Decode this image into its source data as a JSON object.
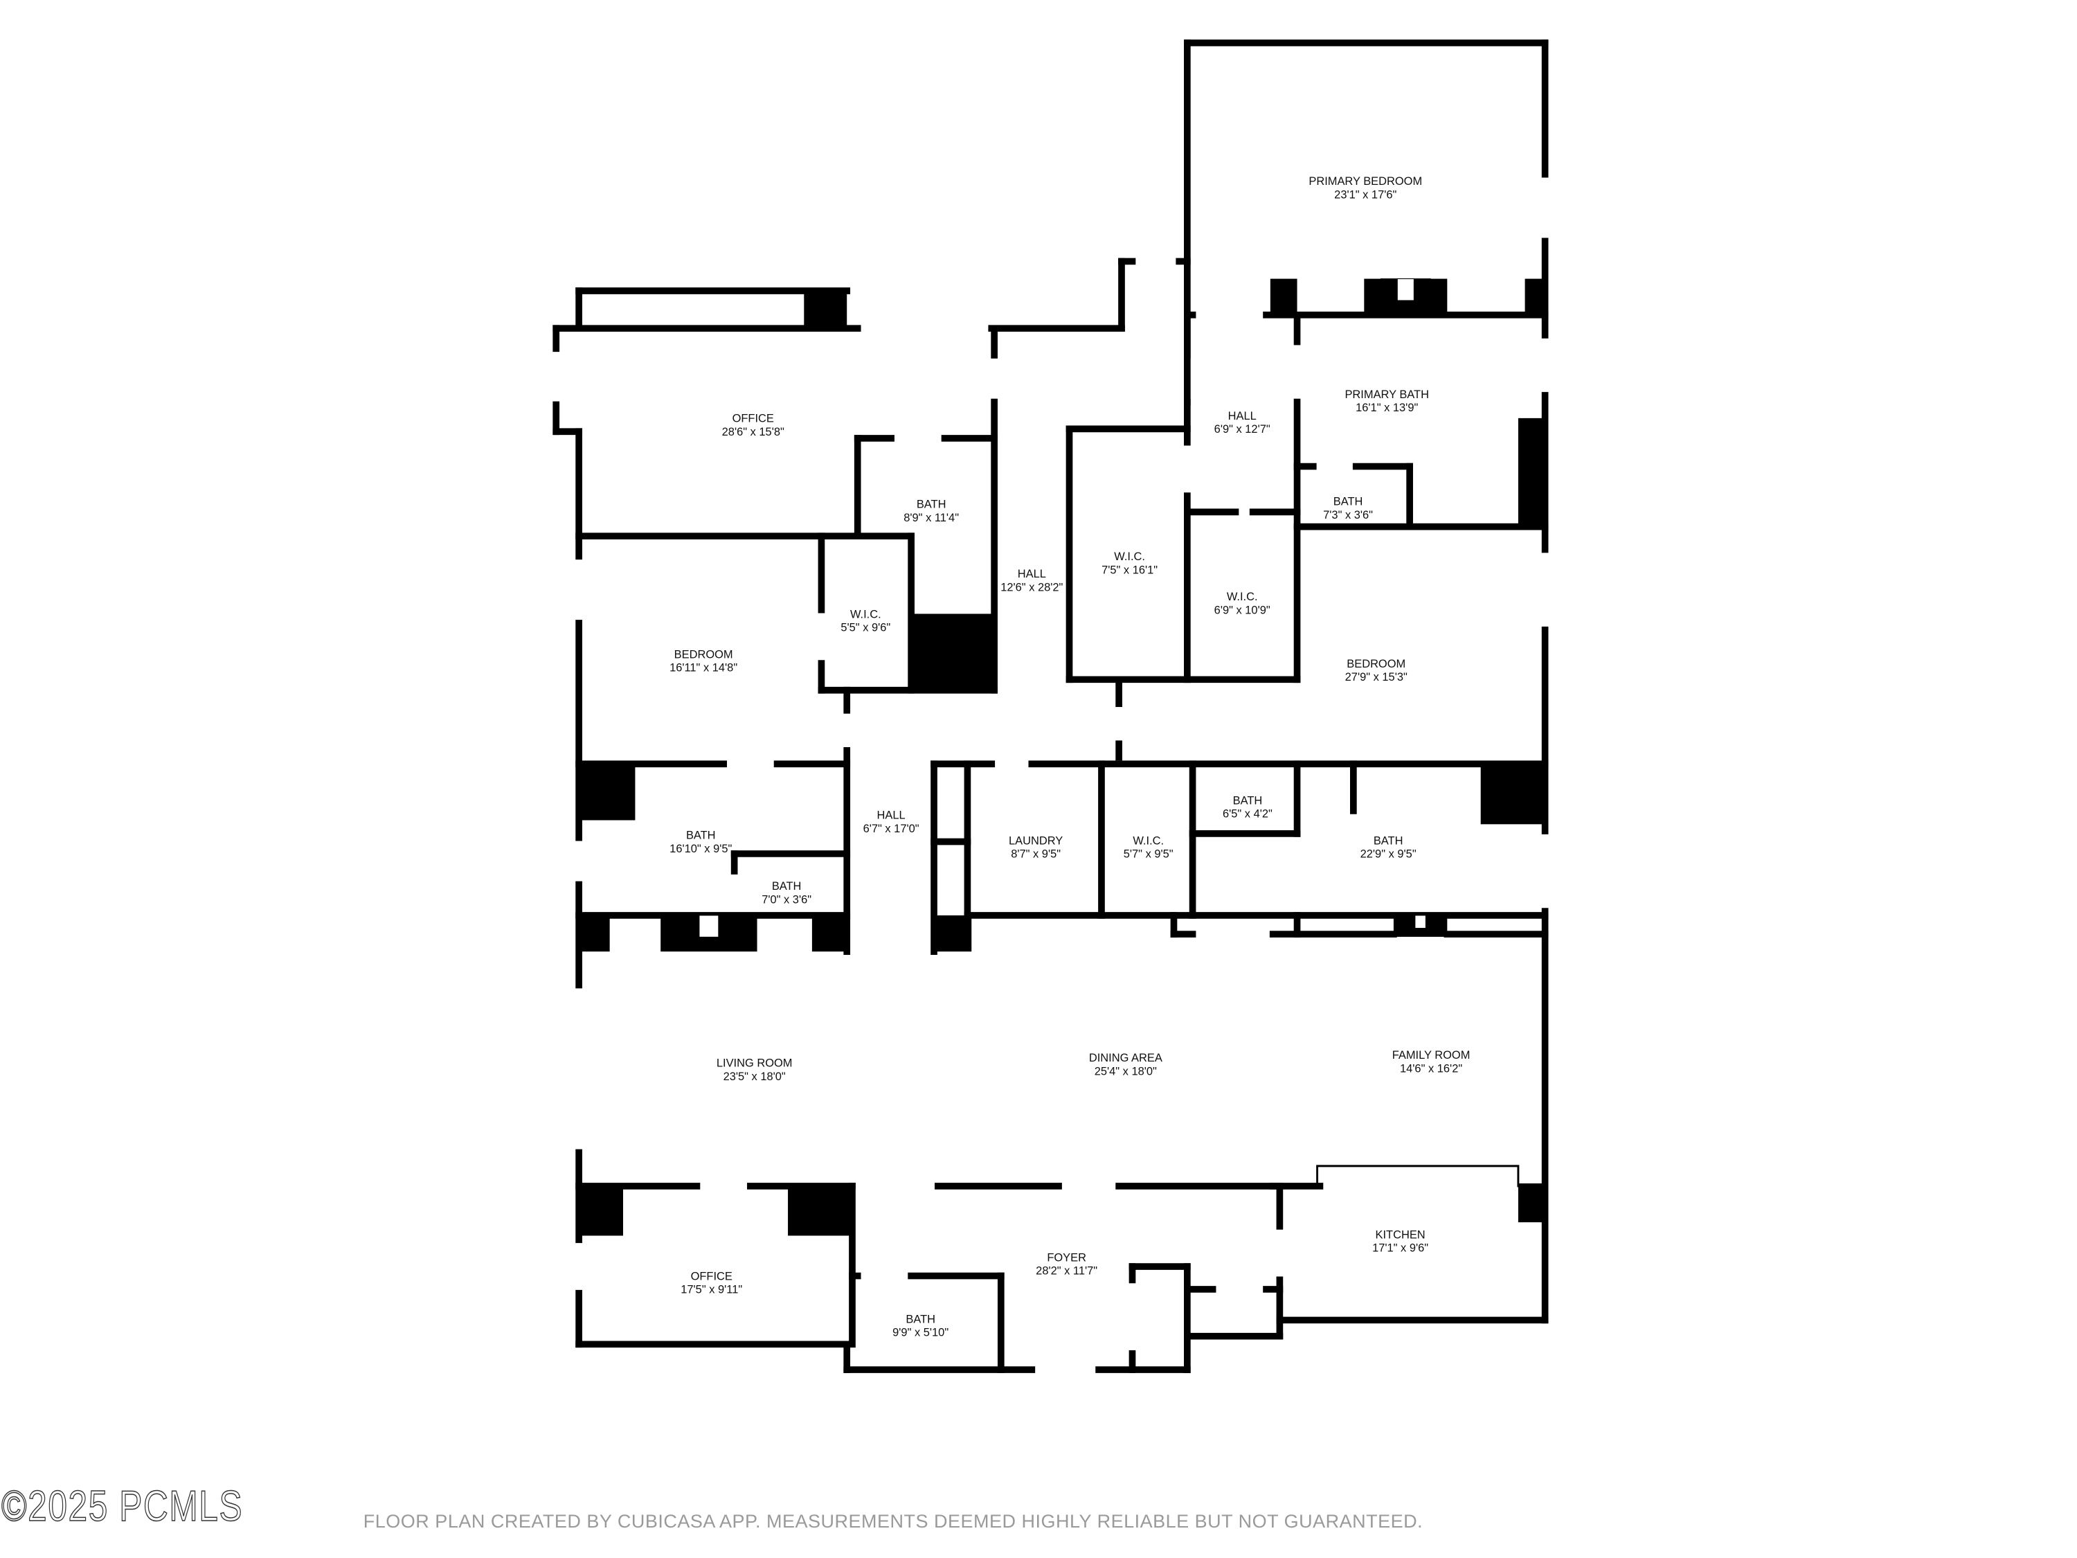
{
  "rooms": [
    {
      "name": "PRIMARY BEDROOM",
      "size": "23'1\" x 17'6\""
    },
    {
      "name": "OFFICE",
      "size": "28'6\" x 15'8\""
    },
    {
      "name": "HALL",
      "size": "6'9\" x 12'7\""
    },
    {
      "name": "PRIMARY BATH",
      "size": "16'1\" x 13'9\""
    },
    {
      "name": "BATH",
      "size": "8'9\" x 11'4\""
    },
    {
      "name": "BATH",
      "size": "7'3\" x 3'6\""
    },
    {
      "name": "HALL",
      "size": "12'6\" x 28'2\""
    },
    {
      "name": "W.I.C.",
      "size": "7'5\" x 16'1\""
    },
    {
      "name": "W.I.C.",
      "size": "5'5\" x 9'6\""
    },
    {
      "name": "W.I.C.",
      "size": "6'9\" x 10'9\""
    },
    {
      "name": "BEDROOM",
      "size": "16'11\" x 14'8\""
    },
    {
      "name": "BEDROOM",
      "size": "27'9\" x 15'3\""
    },
    {
      "name": "BATH",
      "size": "16'10\" x 9'5\""
    },
    {
      "name": "HALL",
      "size": "6'7\" x 17'0\""
    },
    {
      "name": "LAUNDRY",
      "size": "8'7\" x 9'5\""
    },
    {
      "name": "W.I.C.",
      "size": "5'7\" x 9'5\""
    },
    {
      "name": "BATH",
      "size": "6'5\" x 4'2\""
    },
    {
      "name": "BATH",
      "size": "22'9\" x 9'5\""
    },
    {
      "name": "BATH",
      "size": "7'0\" x 3'6\""
    },
    {
      "name": "LIVING ROOM",
      "size": "23'5\" x 18'0\""
    },
    {
      "name": "DINING AREA",
      "size": "25'4\" x 18'0\""
    },
    {
      "name": "FAMILY ROOM",
      "size": "14'6\" x 16'2\""
    },
    {
      "name": "OFFICE",
      "size": "17'5\" x 9'11\""
    },
    {
      "name": "FOYER",
      "size": "28'2\" x 11'7\""
    },
    {
      "name": "KITCHEN",
      "size": "17'1\" x 9'6\""
    },
    {
      "name": "BATH",
      "size": "9'9\" x 5'10\""
    }
  ],
  "watermark": "©2025 PCMLS",
  "footer": "FLOOR PLAN CREATED BY CUBICASA APP. MEASUREMENTS DEEMED HIGHLY RELIABLE BUT NOT GUARANTEED.",
  "colors": {
    "wall": "#000000",
    "text": "#111111",
    "footer": "#9a9a9a"
  }
}
